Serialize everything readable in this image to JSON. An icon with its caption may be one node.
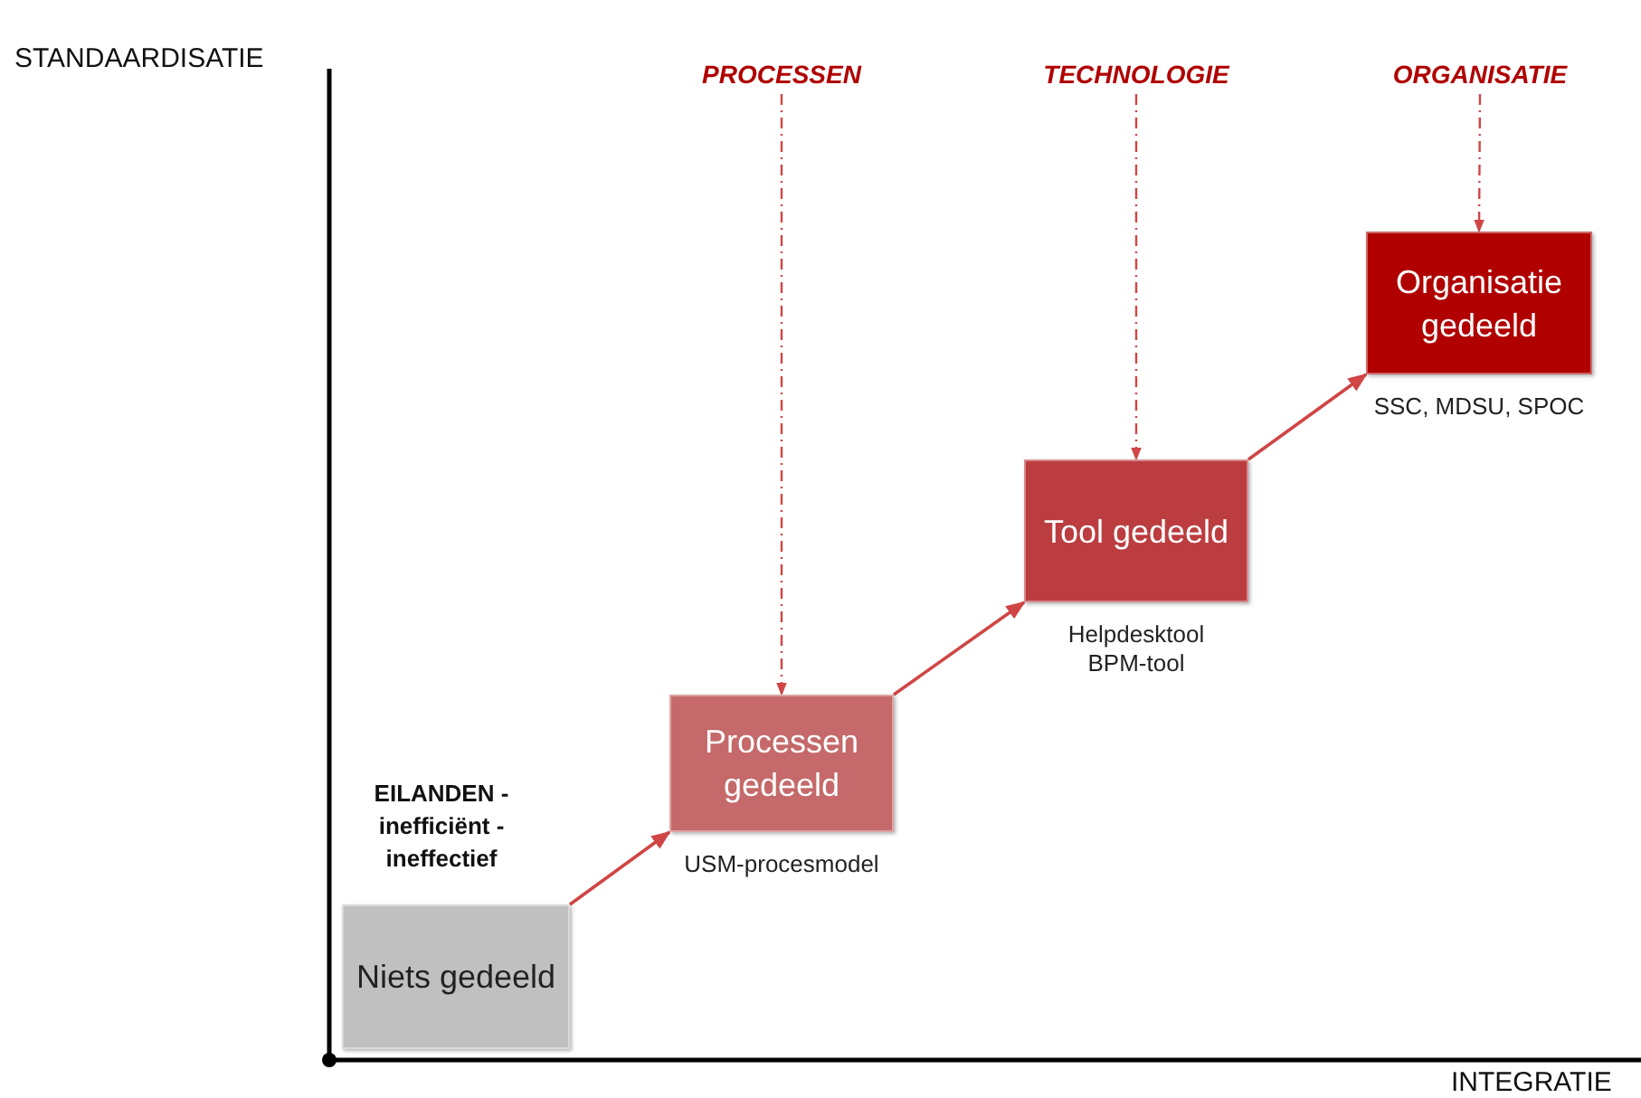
{
  "diagram": {
    "nodes": [
      {
        "text": [
          "Niets gedeeld"
        ]
      },
      {
        "text": [
          "Processen gedeeld"
        ],
        "beside": [
          "USM-procesmodel"
        ]
      },
      {
        "text": [
          "Tool gedeeld"
        ],
        "beside": [
          "Helpdesktool BPM-tool"
        ]
      },
      {
        "text": [
          "Organisatie gedeeld"
        ],
        "beside": [
          "SSC, MDSU, SPOC"
        ]
      },
      {
        "text": [
          "PROCESSEN"
        ]
      },
      {
        "text": [
          "TECHNOLOGIE"
        ]
      },
      {
        "text": [
          "ORGANISATIE"
        ]
      }
    ],
    "edges": [
      {
        "from": 0,
        "to": 1,
        "arrow": "to"
      },
      {
        "from": 1,
        "to": 2,
        "arrow": "to"
      },
      {
        "from": 2,
        "to": 3,
        "arrow": "to"
      },
      {
        "from": 4,
        "to": 1,
        "arrow": "to",
        "style": "dashed"
      },
      {
        "from": 5,
        "to": 2,
        "arrow": "to",
        "style": "dashed"
      },
      {
        "from": 6,
        "to": 3,
        "arrow": "to",
        "style": "dashed"
      }
    ],
    "labels": [
      "STANDAARDISATIE",
      "INTEGRATIE",
      "EILANDEN - inefficiënt - ineffectief"
    ]
  }
}
